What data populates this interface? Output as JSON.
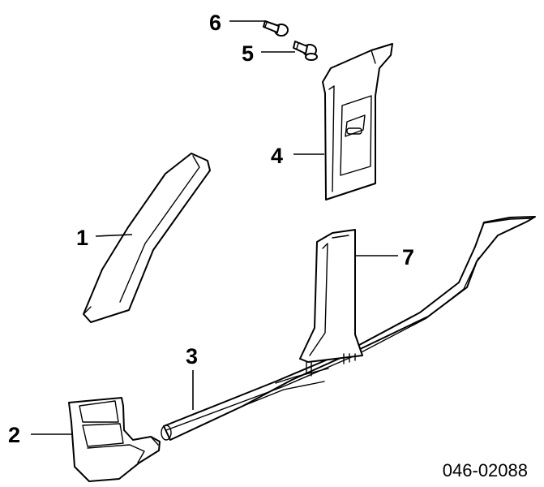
{
  "callouts": [
    {
      "id": "1",
      "label": "1"
    },
    {
      "id": "2",
      "label": "2"
    },
    {
      "id": "3",
      "label": "3"
    },
    {
      "id": "4",
      "label": "4"
    },
    {
      "id": "5",
      "label": "5"
    },
    {
      "id": "6",
      "label": "6"
    },
    {
      "id": "7",
      "label": "7"
    }
  ],
  "diagram_code": "046-02088",
  "colors": {
    "line": "#000000",
    "background": "#ffffff"
  }
}
